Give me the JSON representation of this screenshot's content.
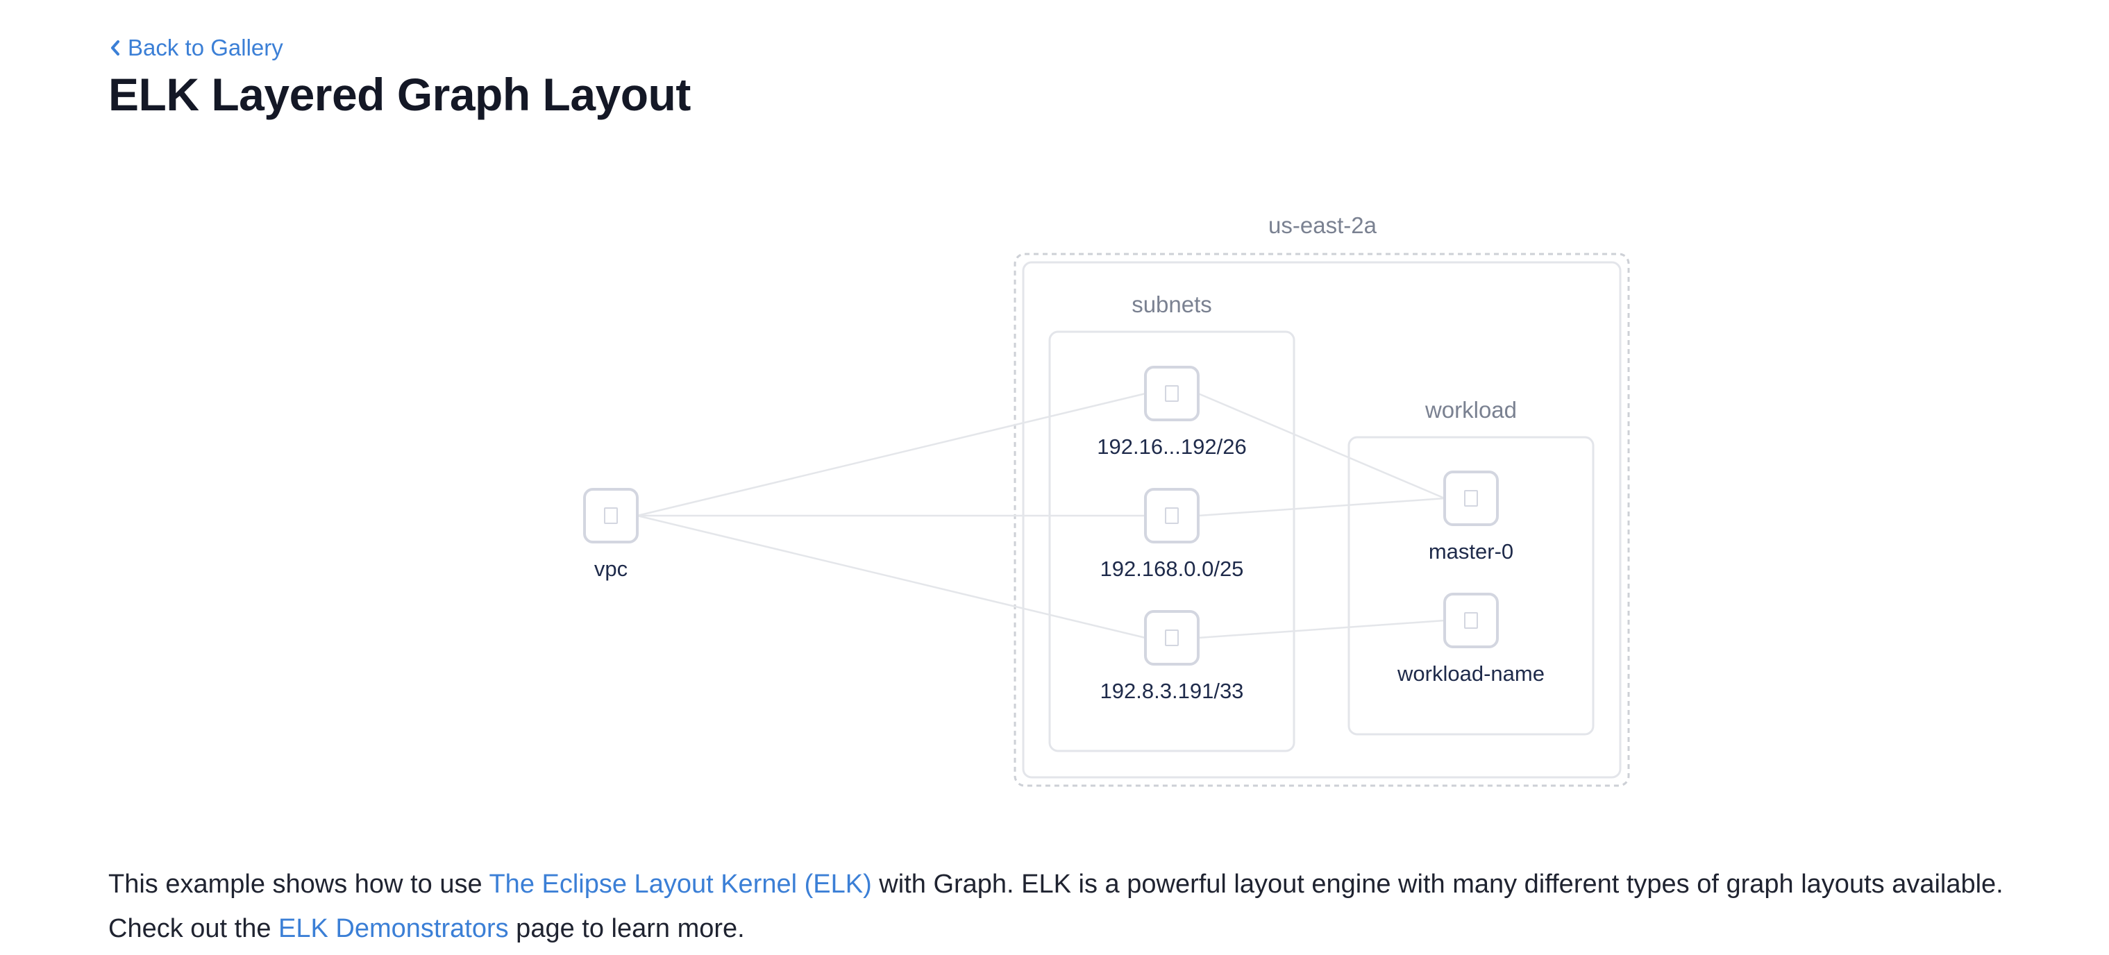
{
  "back_link": {
    "label": "Back to Gallery",
    "icon": "chevron-left-icon",
    "color": "#3b7fd6"
  },
  "page_title": "ELK Layered Graph Layout",
  "graph": {
    "groups": [
      {
        "id": "us-east-2a",
        "label": "us-east-2a"
      },
      {
        "id": "subnets",
        "label": "subnets",
        "parent": "us-east-2a"
      },
      {
        "id": "workload",
        "label": "workload",
        "parent": "us-east-2a"
      }
    ],
    "nodes": [
      {
        "id": "vpc",
        "label": "vpc"
      },
      {
        "id": "subnet-1",
        "label": "192.16...192/26",
        "group": "subnets"
      },
      {
        "id": "subnet-2",
        "label": "192.168.0.0/25",
        "group": "subnets"
      },
      {
        "id": "subnet-3",
        "label": "192.8.3.191/33",
        "group": "subnets"
      },
      {
        "id": "master-0",
        "label": "master-0",
        "group": "workload"
      },
      {
        "id": "workload-name",
        "label": "workload-name",
        "group": "workload"
      }
    ],
    "edges": [
      {
        "source": "vpc",
        "target": "subnet-1"
      },
      {
        "source": "vpc",
        "target": "subnet-2"
      },
      {
        "source": "vpc",
        "target": "subnet-3"
      },
      {
        "source": "subnet-1",
        "target": "master-0"
      },
      {
        "source": "subnet-2",
        "target": "master-0"
      },
      {
        "source": "subnet-3",
        "target": "workload-name"
      }
    ],
    "node_icon": "node-placeholder-icon",
    "colors": {
      "node_border": "#d3d6e0",
      "group_border": "#e3e5ea",
      "group_dashed_border": "#cdd0d6",
      "edge": "#e4e6ea",
      "group_label": "#7a8191",
      "node_label": "#1e2a4a"
    }
  },
  "description": {
    "text_1": "This example shows how to use ",
    "link_1": "The Eclipse Layout Kernel (ELK)",
    "text_2": " with Graph. ELK is a powerful layout engine with many different types of graph layouts available. Check out the ",
    "link_2": "ELK Demonstrators",
    "text_3": " page to learn more.",
    "link_color": "#3b7fd6"
  }
}
